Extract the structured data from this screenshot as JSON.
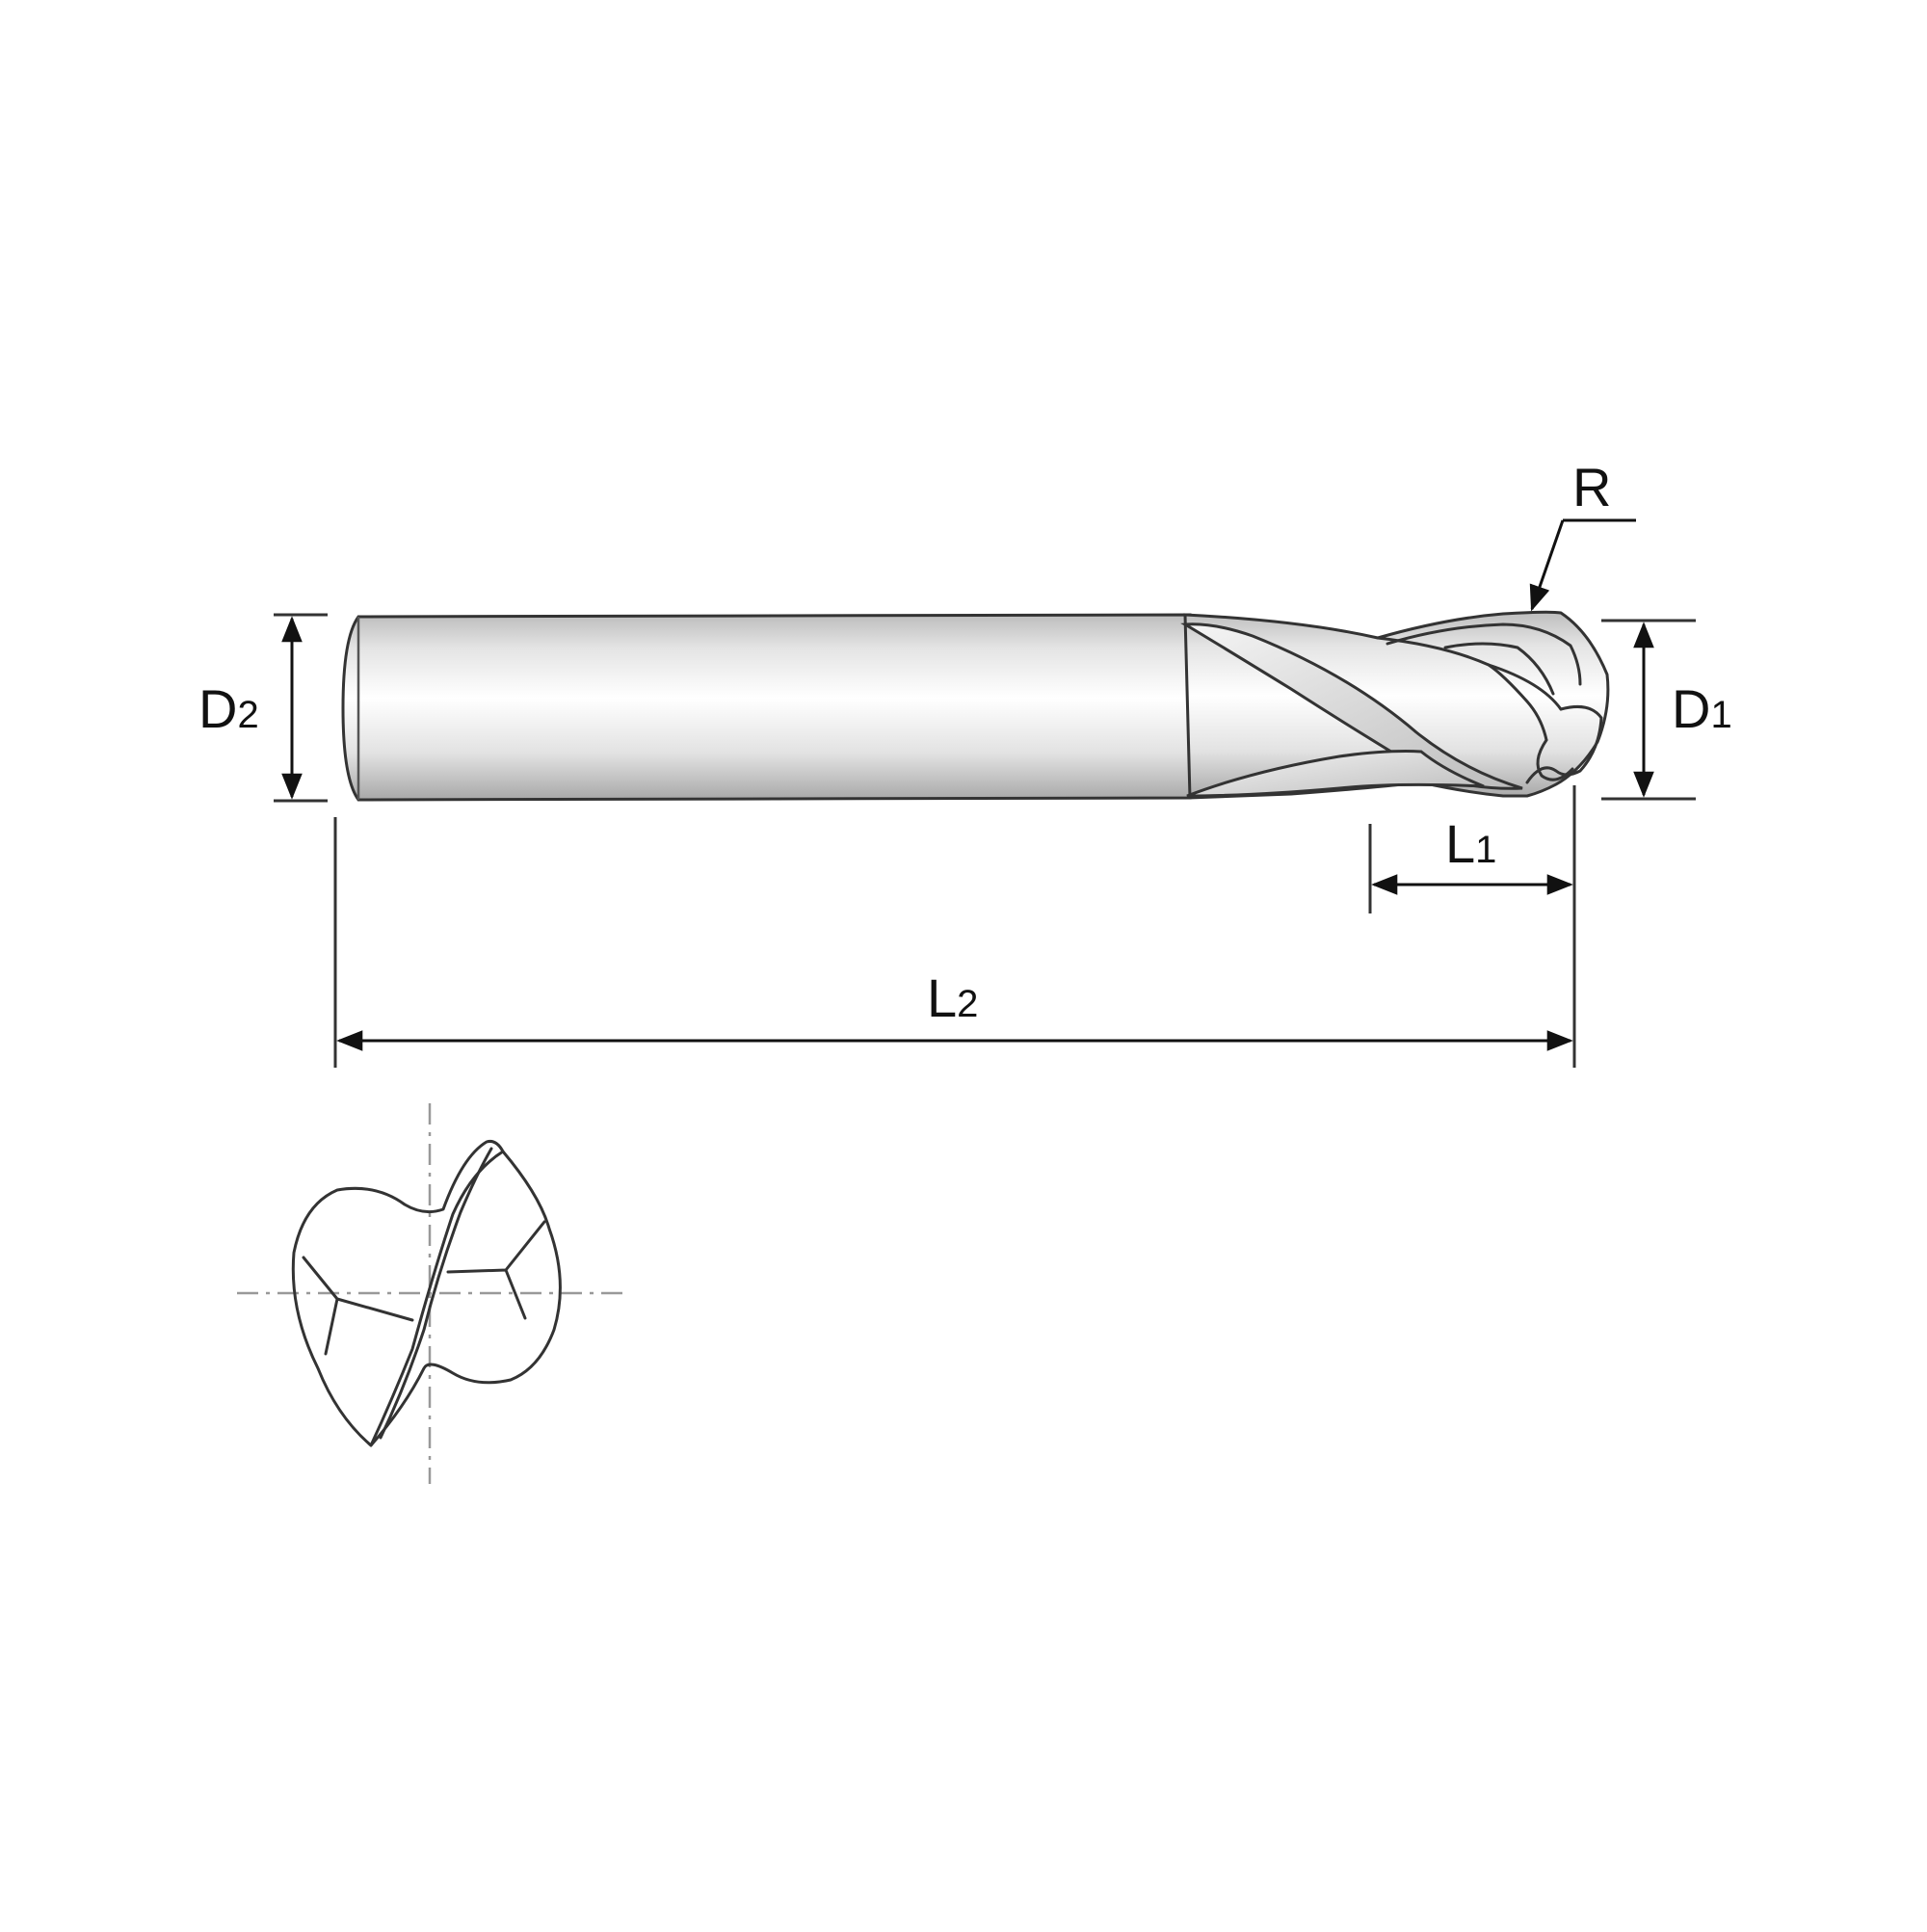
{
  "labels": {
    "d2": {
      "letter": "D",
      "sub": "2"
    },
    "d1": {
      "letter": "D",
      "sub": "1"
    },
    "l1": {
      "letter": "L",
      "sub": "1"
    },
    "l2": {
      "letter": "L",
      "sub": "2"
    },
    "r": "R"
  },
  "colors": {
    "line": "#333333",
    "shade_light": "#ffffff",
    "shade_dark": "#c8c8c8",
    "centerline": "#999999"
  }
}
